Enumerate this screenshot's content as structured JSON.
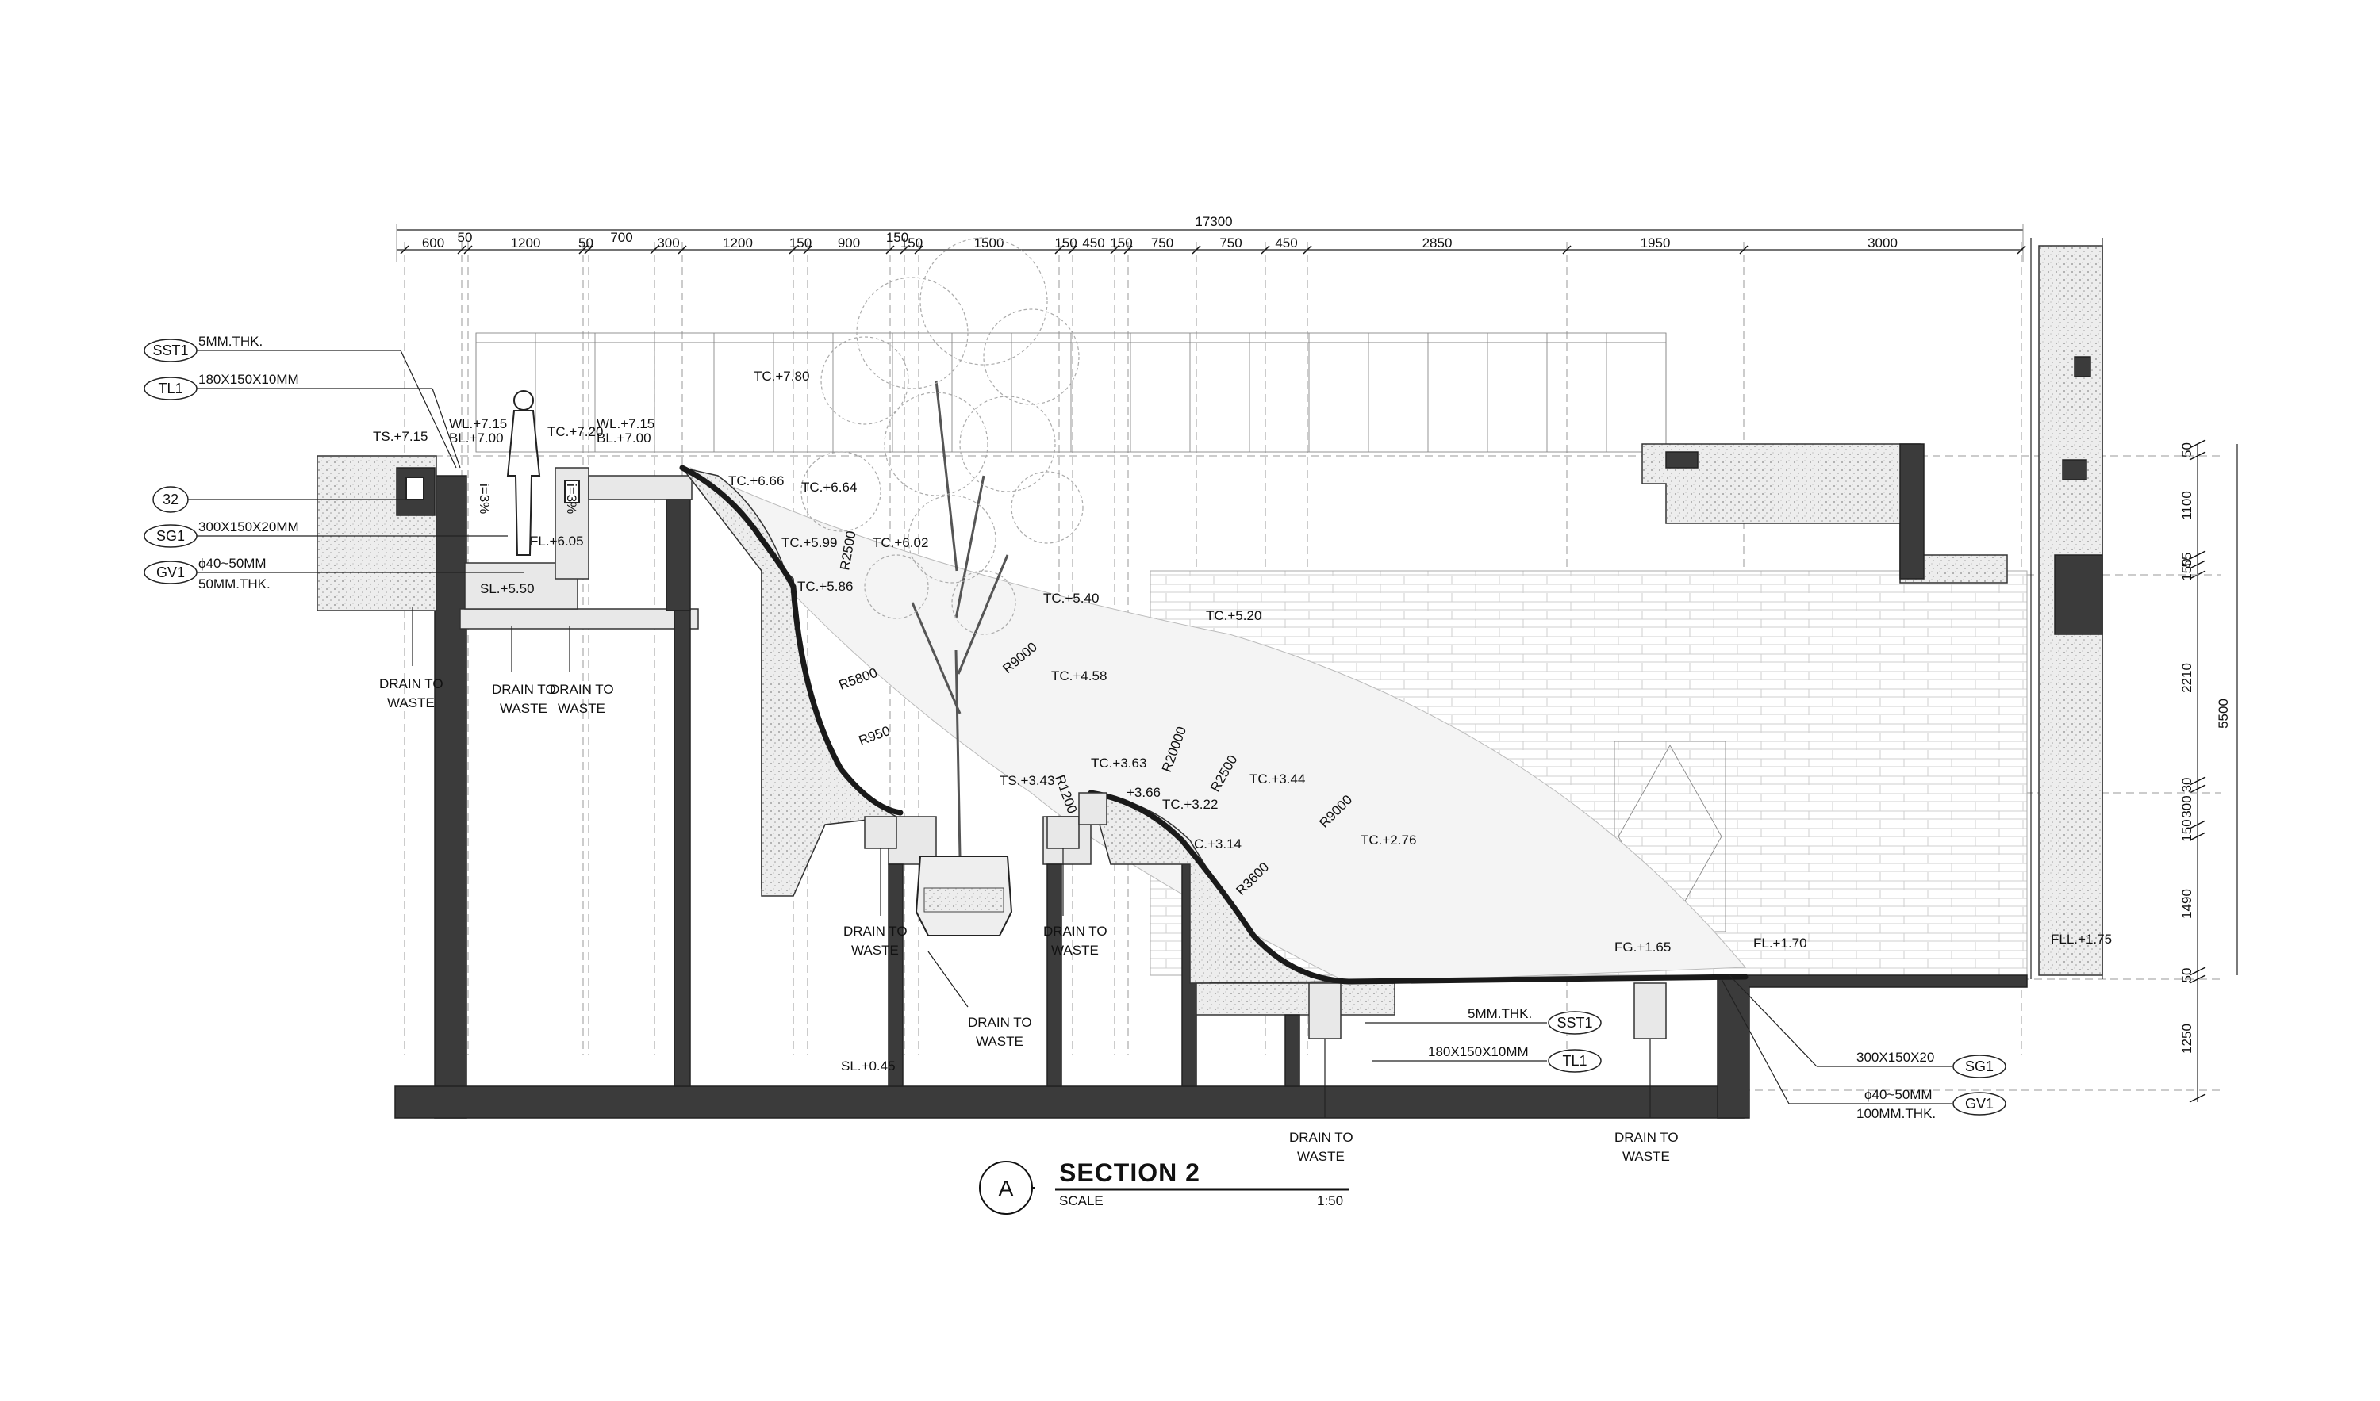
{
  "drawing": {
    "section_id": "A",
    "title": "SECTION 2",
    "scale_label": "SCALE",
    "scale_value": "1:50"
  },
  "dimensions": {
    "overall": "17300",
    "top_chain": [
      "600",
      "50",
      "1200",
      "50",
      "700",
      "300",
      "1200",
      "150",
      "900",
      "150",
      "150",
      "1500",
      "150",
      "450",
      "150",
      "750",
      "750",
      "450",
      "2850",
      "1950",
      "3000"
    ],
    "right_chain": [
      "50",
      "1100",
      "55",
      "150",
      "2210",
      "30",
      "300",
      "150",
      "1490",
      "50",
      "1250"
    ],
    "right_total": "5500"
  },
  "levels": {
    "ts_715": "TS.+7.15",
    "wl_715_a": "WL.+7.15",
    "bl_700_a": "BL.+7.00",
    "tc_720": "TC.+7.20",
    "wl_715_b": "WL.+7.15",
    "bl_700_b": "BL.+7.00",
    "tc_780": "TC.+7.80",
    "tc_666": "TC.+6.66",
    "tc_664": "TC.+6.64",
    "fl_605": "FL.+6.05",
    "tc_599": "TC.+5.99",
    "tc_602": "TC.+6.02",
    "tc_586": "TC.+5.86",
    "sl_550": "SL.+5.50",
    "tc_540": "TC.+5.40",
    "tc_520": "TC.+5.20",
    "tc_458": "TC.+4.58",
    "tc_363": "TC.+3.63",
    "ts_343": "TS.+3.43",
    "tc_366": "+3.66",
    "tc_322": "TC.+3.22",
    "tc_344": "TC.+3.44",
    "tc_314": "C.+3.14",
    "tc_276": "TC.+2.76",
    "fg_165": "FG.+1.65",
    "fl_170": "FL.+1.70",
    "fll_175": "FLL.+1.75",
    "sl_045": "SL.+0.45"
  },
  "radii": [
    "R2500",
    "R5800",
    "R950",
    "R9000",
    "R1200",
    "R20000",
    "R2500",
    "R9000",
    "R3600"
  ],
  "slopes": [
    "i=3%",
    "i=3%"
  ],
  "callouts_left": [
    {
      "tag": "SST1",
      "text": "5MM.THK."
    },
    {
      "tag": "TL1",
      "text": "180X150X10MM"
    },
    {
      "tag": "32",
      "text": ""
    },
    {
      "tag": "SG1",
      "text": "300X150X20MM"
    },
    {
      "tag": "GV1",
      "text": "ϕ40~50MM",
      "text2": "50MM.THK."
    }
  ],
  "callouts_right": [
    {
      "tag": "SST1",
      "text": "5MM.THK."
    },
    {
      "tag": "TL1",
      "text": "180X150X10MM"
    },
    {
      "tag": "SG1",
      "text": "300X150X20"
    },
    {
      "tag": "GV1",
      "text": "ϕ40~50MM",
      "text2": "100MM.THK."
    }
  ],
  "drains": {
    "line1": "DRAIN TO",
    "line2": "WASTE"
  },
  "colors": {
    "ink": "#111111",
    "wall_fill": "#3b3b3b",
    "hatch_fill": "#cfcfcf"
  }
}
